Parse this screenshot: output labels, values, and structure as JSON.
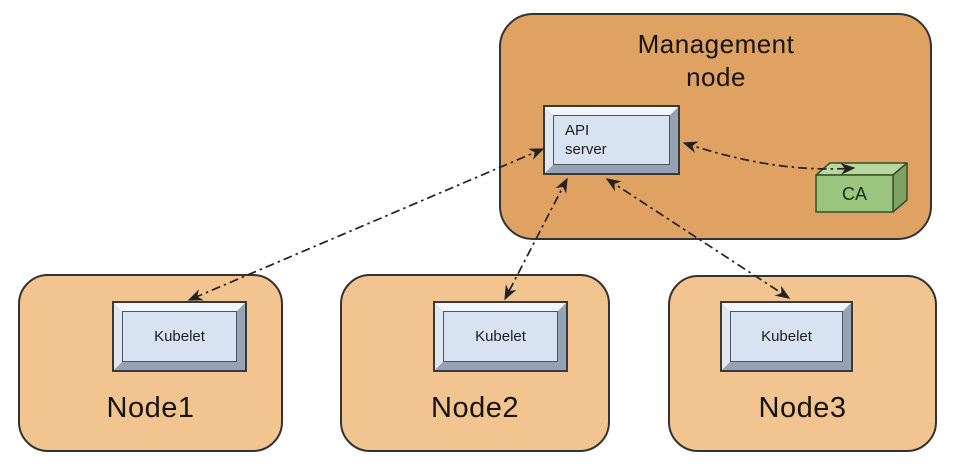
{
  "diagram": {
    "title": {
      "line1": "Management",
      "line2": "node"
    },
    "api_server": {
      "line1": "API",
      "line2": "server"
    },
    "ca_label": "CA",
    "nodes": [
      {
        "label": "Node1",
        "component": "Kubelet"
      },
      {
        "label": "Node2",
        "component": "Kubelet"
      },
      {
        "label": "Node3",
        "component": "Kubelet"
      }
    ],
    "connections": [
      {
        "from": "API server",
        "to": "Kubelet (Node1)",
        "style": "dash-dot",
        "bidirectional": true
      },
      {
        "from": "API server",
        "to": "Kubelet (Node2)",
        "style": "dash-dot",
        "bidirectional": true
      },
      {
        "from": "API server",
        "to": "Kubelet (Node3)",
        "style": "dash-dot",
        "bidirectional": true
      },
      {
        "from": "API server",
        "to": "CA",
        "style": "dash-dot",
        "bidirectional": true
      }
    ],
    "colors": {
      "management_fill": "#e0a262",
      "node_fill": "#f2c48f",
      "bevel_face": "#d8e3f1",
      "bevel_light": "#f2f6fb",
      "bevel_midlight": "#e0e7f1",
      "bevel_dark": "#97a2b2",
      "ca_front": "#9bc47e",
      "ca_top": "#b9d8a0",
      "ca_side": "#7da262",
      "line": "#222222",
      "border": "#333333"
    }
  }
}
